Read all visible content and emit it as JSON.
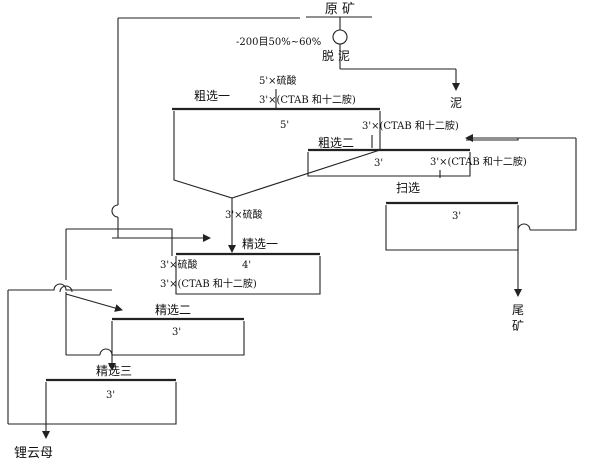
{
  "feed": {
    "title": "原 矿",
    "grind": "-200目50%~60%",
    "desliming": "脱 泥",
    "slime": "泥"
  },
  "rougher1": {
    "label": "粗选一",
    "reagent1": "5'×硫酸",
    "reagent2": "3'×(CTAB 和十二胺)",
    "time": "5'"
  },
  "rougher2": {
    "label": "粗选二",
    "reagent": "3'×(CTAB 和十二胺)",
    "time": "3'"
  },
  "scavenger": {
    "label": "扫选",
    "reagent": "3'×(CTAB 和十二胺)",
    "time": "3'"
  },
  "cleaner1": {
    "label": "精选一",
    "feed_reagent": "3'×硫酸",
    "reagent1": "3'×硫酸",
    "time": "4'",
    "reagent2": "3'×(CTAB 和十二胺)"
  },
  "cleaner2": {
    "label": "精选二",
    "time": "3'"
  },
  "cleaner3": {
    "label": "精选三",
    "time": "3'"
  },
  "outputs": {
    "tailings": [
      "尾",
      "矿"
    ],
    "concentrate": "锂云母"
  }
}
